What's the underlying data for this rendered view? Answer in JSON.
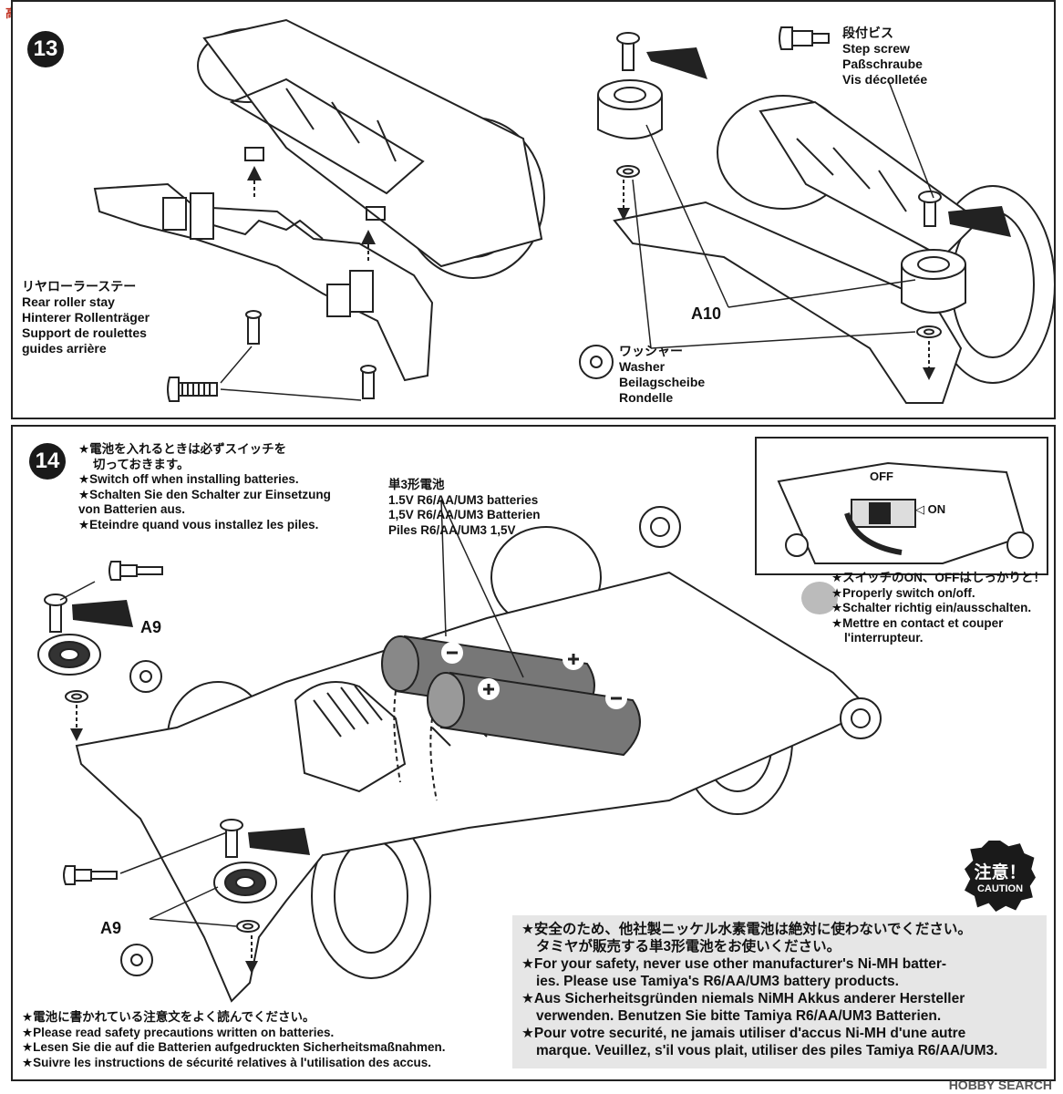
{
  "watermark_top": "高 网",
  "watermark_bottom": "HOBBY SEARCH",
  "step13": {
    "number": "13",
    "rear_roller_stay": [
      "リヤローラーステー",
      "Rear roller stay",
      "Hinterer Rollenträger",
      "Support de roulettes",
      "guides arrière"
    ],
    "step_screw": [
      "段付ビス",
      "Step screw",
      "Paßschraube",
      "Vis décolletée"
    ],
    "washer": [
      "ワッシャー",
      "Washer",
      "Beilagscheibe",
      "Rondelle"
    ],
    "part_id": "A10"
  },
  "step14": {
    "number": "14",
    "switch_note": [
      "★電池を入れるときは必ずスイッチを",
      "切っておきます。",
      "★Switch off when installing batteries.",
      "★Schalten Sie den Schalter zur Einsetzung",
      "von Batterien aus.",
      "★Eteindre quand vous installez les piles."
    ],
    "batteries": [
      "単3形電池",
      "1.5V R6/AA/UM3 batteries",
      "1,5V R6/AA/UM3 Batterien",
      "Piles R6/AA/UM3 1,5V"
    ],
    "switch_off": "OFF",
    "switch_on": "◁ ON",
    "proper_switch": [
      "★スイッチのON、OFFはしっかりと！",
      "★Properly switch on/off.",
      "★Schalter richtig ein/ausschalten.",
      "★Mettre en contact et couper",
      "l'interrupteur."
    ],
    "part_id_top": "A9",
    "part_id_bottom": "A9",
    "safety_note": [
      "★電池に書かれている注意文をよく読んでください。",
      "★Please read safety precautions written on batteries.",
      "★Lesen Sie die auf die Batterien aufgedruckten Sicherheitsmaßnahmen.",
      "★Suivre les instructions de sécurité relatives à l'utilisation des accus."
    ],
    "caution_badge_jp": "注意！",
    "caution_badge_en": "CAUTION",
    "caution_text": [
      "★安全のため、他社製ニッケル水素電池は絶対に使わないでください。",
      "タミヤが販売する単3形電池をお使いください。",
      "★For your safety, never use other manufacturer's Ni-MH batter-",
      "ies. Please use Tamiya's R6/AA/UM3 battery products.",
      "★Aus Sicherheitsgründen niemals NiMH Akkus anderer Hersteller",
      "verwenden. Benutzen Sie bitte Tamiya R6/AA/UM3 Batterien.",
      "★Pour votre securité, ne jamais utiliser d'accus Ni-MH d'une autre",
      "marque. Veuillez, s'il vous plait, utiliser des piles Tamiya R6/AA/UM3."
    ]
  }
}
